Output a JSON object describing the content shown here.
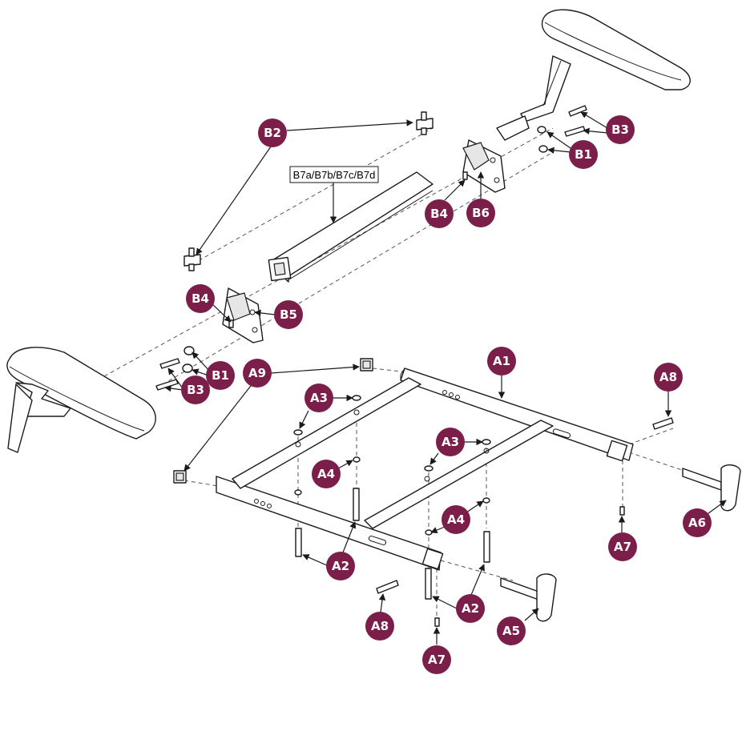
{
  "colors": {
    "badge": "#7b1f4a",
    "line": "#1a1a1a",
    "badge_text": "#ffffff"
  },
  "labels": {
    "B2_top": "B2",
    "B3_top": "B3",
    "B1_top": "B1",
    "B4_top": "B4",
    "B6": "B6",
    "B4_left": "B4",
    "B5": "B5",
    "B1_left": "B1",
    "B3_left": "B3",
    "A9": "A9",
    "A1": "A1",
    "A8_right": "A8",
    "A3_left": "A3",
    "A3_right": "A3",
    "A4_left": "A4",
    "A4_right": "A4",
    "A2_left": "A2",
    "A2_right": "A2",
    "A7_right": "A7",
    "A6": "A6",
    "A8_left": "A8",
    "A7_bottom": "A7",
    "A5": "A5"
  },
  "tube_label": "B7a/B7b/B7c/B7d"
}
